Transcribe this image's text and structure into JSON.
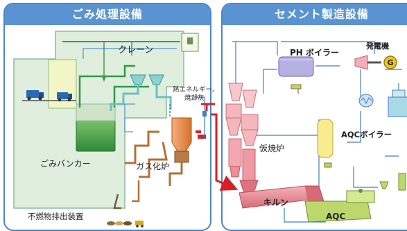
{
  "sections": {
    "waste": {
      "title": "ごみ処理設備"
    },
    "cement": {
      "title": "セメント製造設備"
    }
  },
  "labels": {
    "crane": "クレーン",
    "bunker": "ごみバンカー",
    "gasifier": "ガス化炉",
    "heat_energy_line1": "熱エネルギー、",
    "heat_energy_line2": "焼却灰",
    "incombustible": "不燃物排出装置",
    "ph_boiler": "PH ボイラー",
    "generator": "発電機",
    "generator_symbol": "G",
    "aqc_boiler": "AQCボイラー",
    "calciner": "仮焼炉",
    "kiln": "キルン",
    "aqc": "AQC"
  },
  "colors": {
    "panel_border": "#4a86c8",
    "panel_header": "#5a93d1",
    "building": "#dfeedd",
    "pipe_blue": "#3f7fc6",
    "pipe_teal": "#6cc0c0",
    "green_pipe": "#2f9a46",
    "furnace_orange": "#e8893f",
    "kiln_pink": "#e98a96",
    "heat_arrow": "#d91f26",
    "boiler_purple": "#b7b1e3",
    "aqc_boiler_yellow": "#f7ec8e",
    "aqc_green": "#bcd86d",
    "generator_yellow": "#f0c419"
  }
}
